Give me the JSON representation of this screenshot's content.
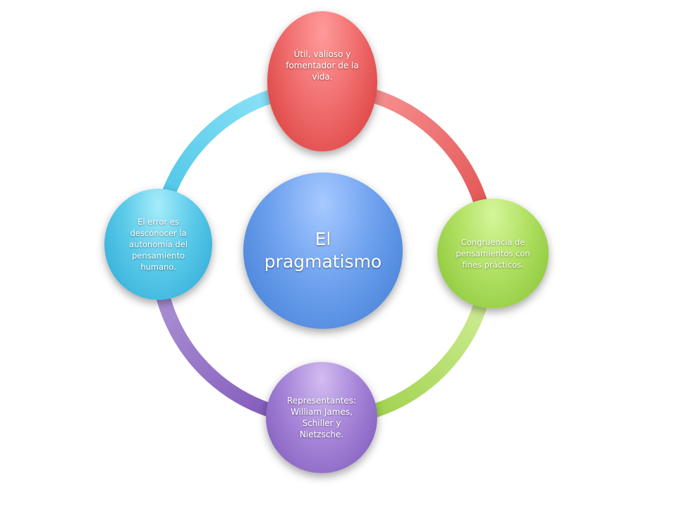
{
  "diagram": {
    "center": {
      "label": "El pragmatismo",
      "color": "#4a86d8"
    },
    "nodes": [
      {
        "id": "top",
        "label": "Útil, valioso y fomentador de la vida.",
        "color": "#e85555"
      },
      {
        "id": "right",
        "label": "Congruencia de pensamientos con fines prácticos.",
        "color": "#9ed04a"
      },
      {
        "id": "bottom",
        "label": "Representantes: William James, Schiller y Nietzsche.",
        "color": "#9068c8"
      },
      {
        "id": "left",
        "label": "El error es desconocer la autonomía del pensamiento humano.",
        "color": "#44bde0"
      }
    ],
    "arc_colors": [
      "#f47a7a",
      "#a8d95a",
      "#8a62c4",
      "#5fd2ee"
    ]
  }
}
